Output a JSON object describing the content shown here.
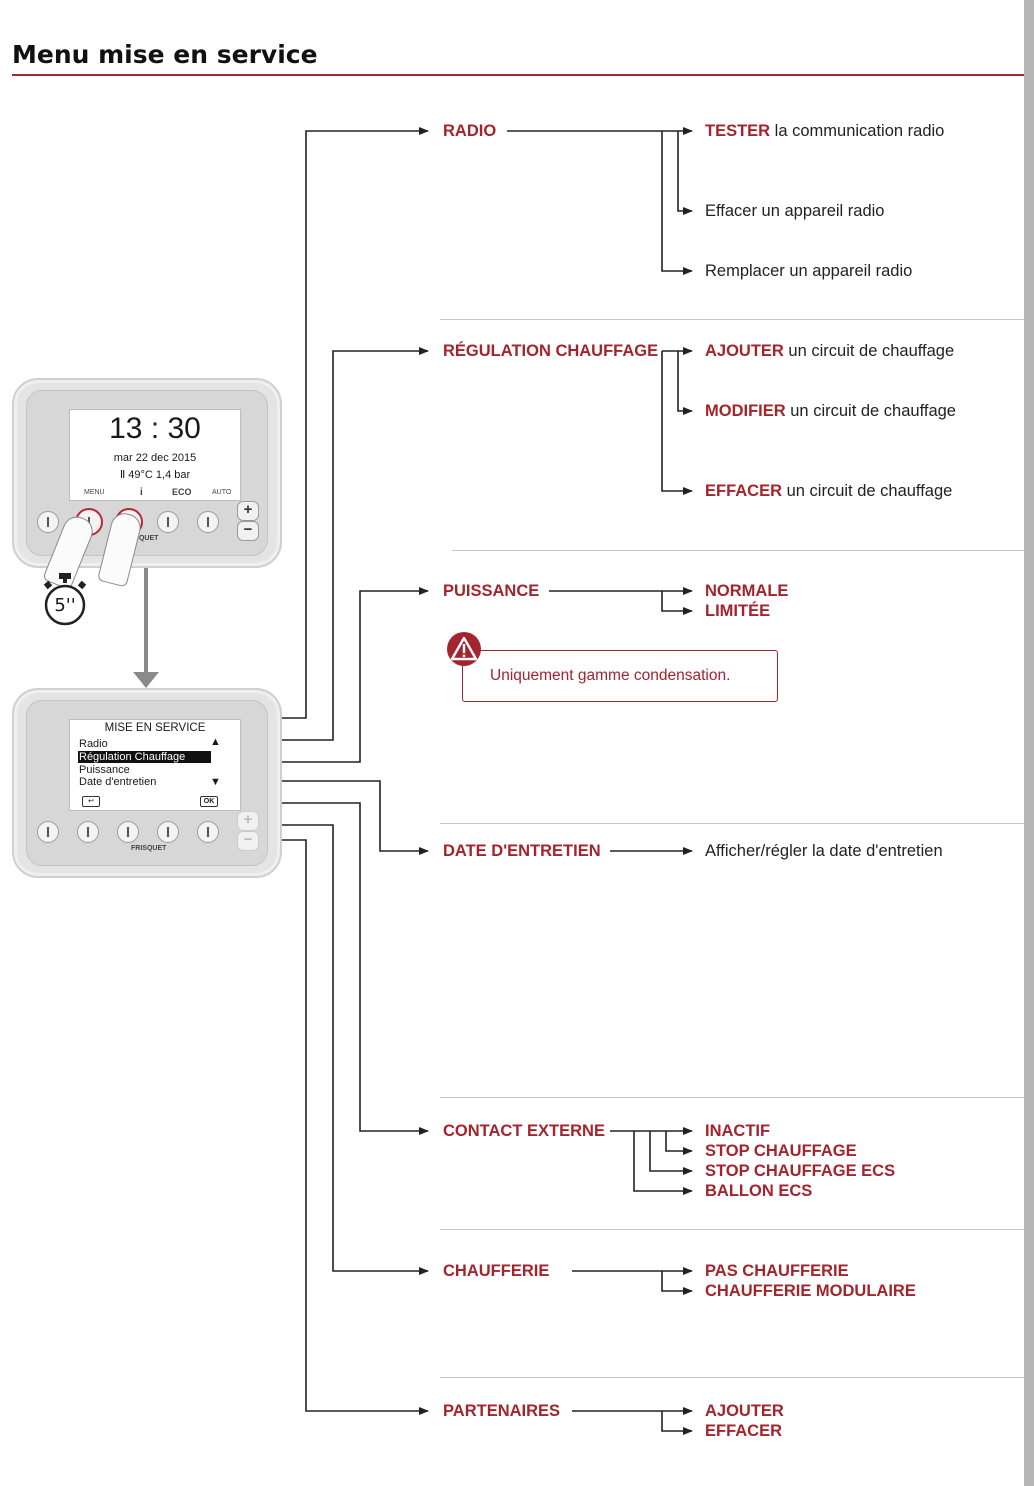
{
  "page": {
    "title": "Menu mise en service"
  },
  "device1": {
    "time": "13 : 30",
    "date": "mar 22 dec 2015",
    "status": "49°C  1,4 bar",
    "bottom_labels": {
      "menu": "MENU",
      "info": "i",
      "eco": "ECO",
      "auto": "AUTO"
    },
    "brand": "FRISQUET",
    "timer": "5''"
  },
  "device2": {
    "title": "MISE EN SERVICE",
    "items": [
      "Radio",
      "Régulation Chauffage",
      "Puissance",
      "Date d'entretien"
    ],
    "ok": "OK",
    "brand": "FRISQUET"
  },
  "menu": {
    "radio": {
      "label": "RADIO",
      "sub": [
        {
          "strong": "TESTER",
          "rest": " la communication radio"
        },
        {
          "strong": "",
          "rest": "Effacer un appareil radio"
        },
        {
          "strong": "",
          "rest": "Remplacer un appareil radio"
        }
      ]
    },
    "regulation": {
      "label": "RÉGULATION CHAUFFAGE",
      "sub": [
        {
          "strong": "AJOUTER",
          "rest": " un circuit de chauffage"
        },
        {
          "strong": "MODIFIER",
          "rest": " un circuit de chauffage"
        },
        {
          "strong": "EFFACER",
          "rest": " un circuit de chauffage"
        }
      ]
    },
    "puissance": {
      "label": "PUISSANCE",
      "sub": [
        "NORMALE",
        "LIMITÉE"
      ],
      "warning": "Uniquement gamme condensation."
    },
    "date": {
      "label": "DATE D'ENTRETIEN",
      "sub": "Afficher/régler la date d'entretien"
    },
    "contact": {
      "label": "CONTACT EXTERNE",
      "sub": [
        "INACTIF",
        "STOP CHAUFFAGE",
        "STOP CHAUFFAGE ECS",
        "BALLON ECS"
      ]
    },
    "chaufferie": {
      "label": "CHAUFFERIE",
      "sub": [
        "PAS CHAUFFERIE",
        "CHAUFFERIE MODULAIRE"
      ]
    },
    "partenaires": {
      "label": "PARTENAIRES",
      "sub": [
        "AJOUTER",
        "EFFACER"
      ]
    }
  },
  "colors": {
    "accent": "#a3242c",
    "rule": "#9e2a30",
    "line": "#222222"
  }
}
